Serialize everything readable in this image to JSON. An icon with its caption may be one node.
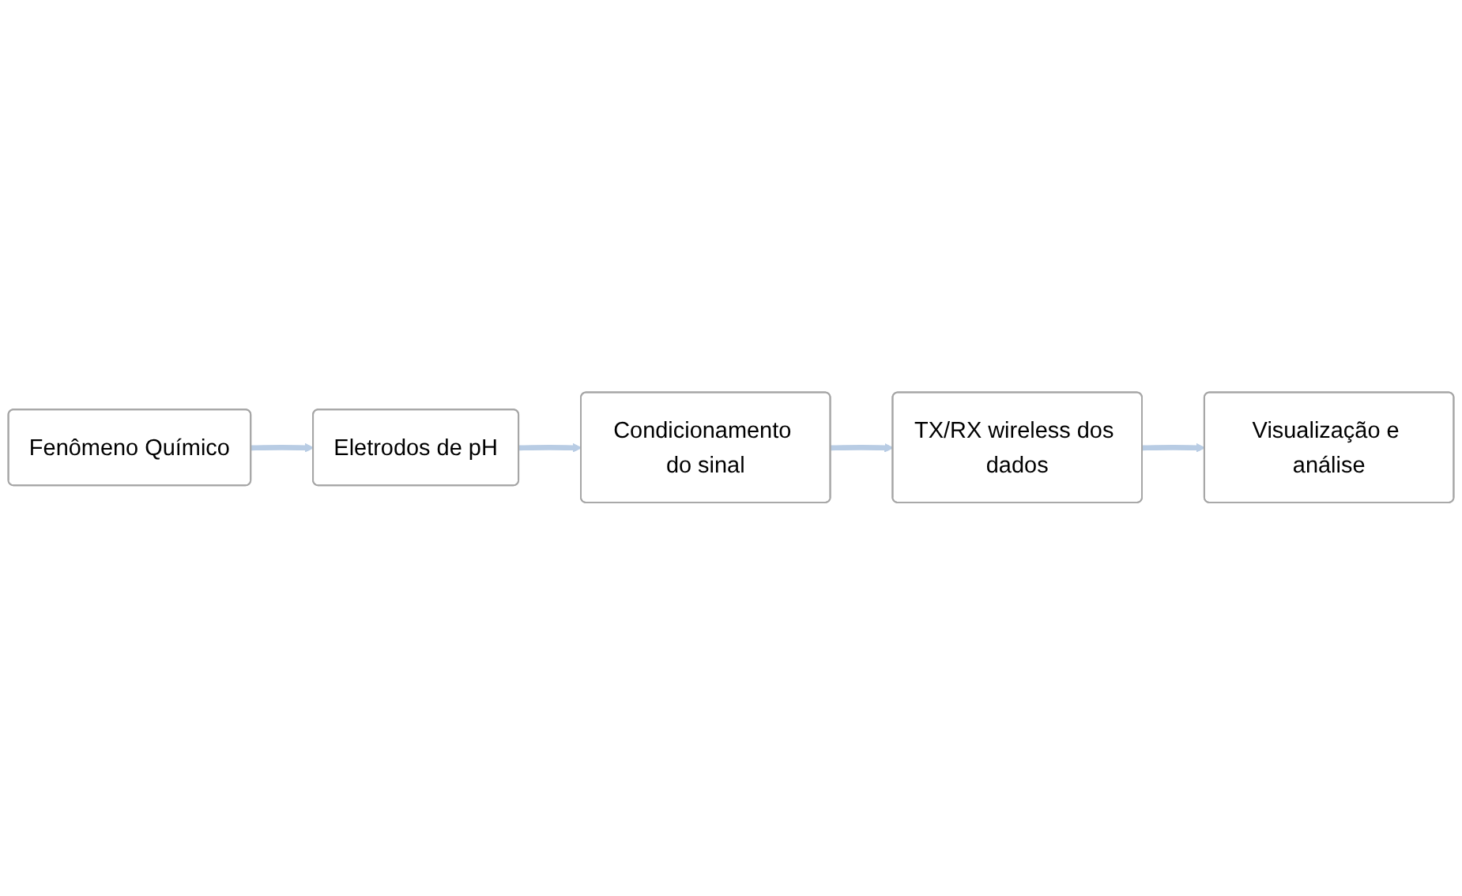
{
  "diagram": {
    "nodes": [
      {
        "text": [
          "Fenômeno Químico"
        ]
      },
      {
        "text": [
          "Eletrodos de pH"
        ]
      },
      {
        "text": [
          "Condicionamento do sinal"
        ]
      },
      {
        "text": [
          "TX/RX wireless dos dados"
        ]
      },
      {
        "text": [
          "Visualização e análise"
        ]
      }
    ],
    "edges": [
      {
        "from": 0,
        "to": 1,
        "arrow": "to"
      },
      {
        "from": 1,
        "to": 2,
        "arrow": "to"
      },
      {
        "from": 2,
        "to": 3,
        "arrow": "to"
      },
      {
        "from": 3,
        "to": 4,
        "arrow": "to"
      }
    ]
  }
}
